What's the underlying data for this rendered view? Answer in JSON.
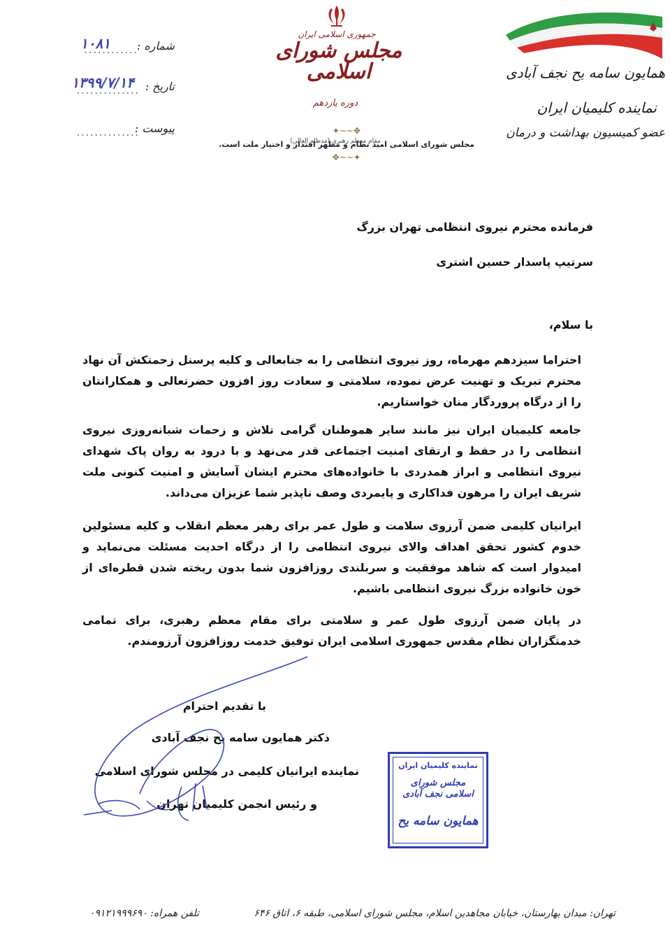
{
  "letterhead": {
    "number_label": "شماره :",
    "number_value": "۱۰۸۱",
    "date_label": "تاریخ :",
    "date_value": "۱۳۹۹/۷/۱۴",
    "attachment_label": "پیوست :",
    "republic": "جمهوری اسلامی ایران",
    "parliament": "مجلس شورای اسلامی",
    "term": "دوره یازدهم",
    "motto": "مجلس شورای اسلامی امید نظام و مظهر اقتدار و اختیار ملت است.",
    "motto_attribution": "مقام معظم رهبری (مدظله العالی)",
    "rep_name": "همایون سامه یح نجف آبادی",
    "rep_title": "نماینده کلیمیان ایران",
    "rep_committee": "عضو کمیسیون بهداشت و درمان",
    "flag_colors": [
      "#2f9e44",
      "#ffffff",
      "#d9302c"
    ]
  },
  "letter": {
    "recipient_line1": "فرمانده محترم نیروی انتظامی تهران بزرگ",
    "recipient_line2": "سرتیپ پاسدار حسین اشتری",
    "greeting": "با سلام،",
    "paragraphs": [
      "احتراما سیزدهم مهرماه، روز نیروی انتظامی را به جنابعالی و کلیه پرسنل زحمتکش آن نهاد محترم تبریک و تهنیت عرض نموده، سلامتی و سعادت روز افزون حضرتعالی و همکارانتان را از درگاه پروردگار منان خواستاریم.",
      "جامعه کلیمیان ایران نیز مانند سایر هموطنان گرامی تلاش و زحمات شبانه‌روزی نیروی انتظامی را در حفظ و ارتقای امنیت اجتماعی قدر می‌نهد و با درود به روان پاک شهدای نیروی انتظامی و ابراز همدردی با خانواده‌های محترم ایشان آسایش و امنیت کنونی ملت شریف ایران را مرهون فداکاری و پایمردی وصف ناپذیر شما عزیزان می‌داند.",
      "ایرانیان کلیمی ضمن آرزوی سلامت و طول عمر برای رهبر معظم انقلاب و کلیه مسئولین خدوم کشور تحقق اهداف والای نیروی انتظامی را از درگاه احدیت مسئلت می‌نماید و امیدوار است که شاهد موفقیت و سربلندی روزافزون شما بدون ریخته شدن قطره‌ای از خون خانواده بزرگ نیروی انتظامی باشیم.",
      "در پایان ضمن آرزوی طول عمر و سلامتی برای مقام معظم رهبری، برای تمامی خدمتگزاران نظام مقدس جمهوری اسلامی ایران توفیق خدمت روزافزون آرزومندم."
    ],
    "closing": "با تقدیم احترام",
    "signer_name": "دکتر همایون سامه یح نجف آبادی",
    "signer_title1": "نماینده ایرانیان کلیمی در مجلس شورای اسلامی",
    "signer_title2": "و رئیس انجمن کلیمیان تهران"
  },
  "stamp": {
    "top": "نماینده کلیمیان ایران",
    "middle": "مجلس شورای اسلامی نجف آبادی",
    "bottom": "همایون سامه یح",
    "color": "#2e3fb5"
  },
  "footer": {
    "address": "تهران: میدان بهارستان، خیابان مجاهدین اسلام، مجلس شورای اسلامی، طبقه ۶، اتاق ۶۴۶",
    "mobile": "تلفن همراه: ۰۹۱۲۱۹۹۹۶۹۰"
  }
}
